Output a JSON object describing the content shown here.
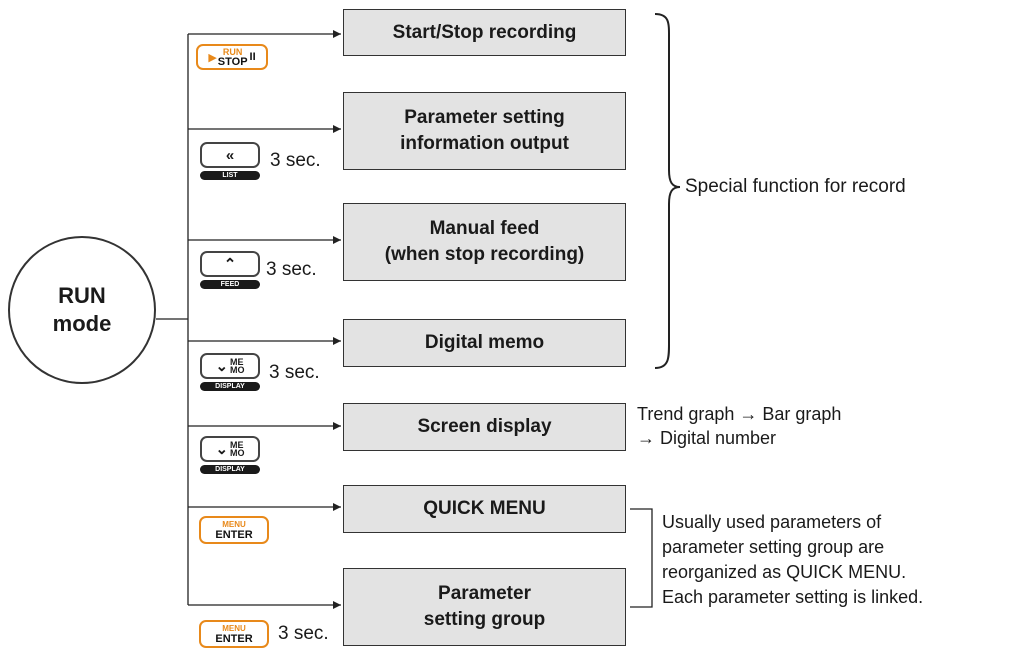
{
  "run_mode": {
    "line1": "RUN",
    "line2": "mode"
  },
  "boxes": {
    "start_stop": [
      "Start/Stop recording"
    ],
    "param_output": [
      "Parameter setting",
      "information output"
    ],
    "manual_feed": [
      "Manual feed",
      "(when stop recording)"
    ],
    "digital_memo": [
      "Digital memo"
    ],
    "screen_display": [
      "Screen display"
    ],
    "quick_menu": [
      "QUICK MENU"
    ],
    "param_group": [
      "Parameter",
      "setting group"
    ]
  },
  "keys": {
    "run_stop": {
      "run": "RUN",
      "stop": "STOP",
      "pause": "II"
    },
    "list": {
      "symbol": "«",
      "label": "LIST"
    },
    "feed": {
      "symbol": "⌃",
      "label": "FEED"
    },
    "display_memo": {
      "symbol": "⌄",
      "me": "ME",
      "mo": "MO",
      "label": "DISPLAY"
    },
    "display": {
      "symbol": "⌄",
      "me": "ME",
      "mo": "MO",
      "label": "DISPLAY"
    },
    "menu_enter": {
      "menu": "MENU",
      "enter": "ENTER"
    },
    "menu_enter_3s": {
      "menu": "MENU",
      "enter": "ENTER"
    }
  },
  "hold_labels": {
    "list": "3 sec.",
    "feed": "3 sec.",
    "display_memo": "3 sec.",
    "menu_enter": "3 sec."
  },
  "notes": {
    "special_function": "Special function for record",
    "screen_display": [
      "Trend graph → Bar graph",
      "→ Digital number"
    ],
    "quick_menu": [
      "Usually used parameters of",
      "parameter setting group are",
      "reorganized as QUICK MENU.",
      "Each parameter setting is linked."
    ]
  }
}
